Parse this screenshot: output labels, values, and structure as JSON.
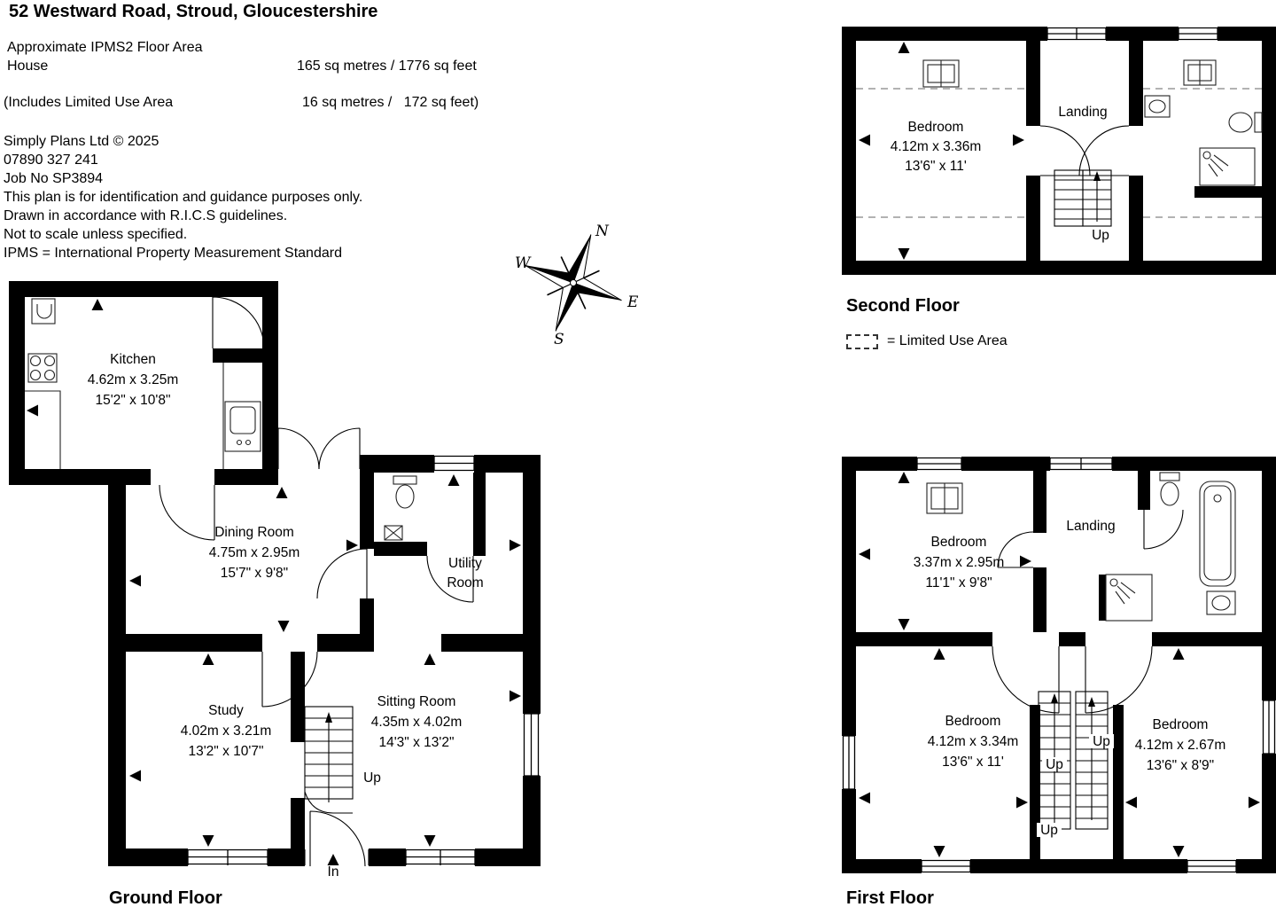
{
  "title": "52 Westward Road, Stroud, Gloucestershire",
  "area": {
    "heading": "Approximate IPMS2 Floor Area",
    "rows": [
      {
        "label": "House",
        "value": "165 sq metres / 1776 sq feet"
      },
      {
        "label": "(Includes Limited Use Area",
        "value": "16 sq metres /   172 sq feet)"
      }
    ]
  },
  "notes": [
    "Simply Plans Ltd © 2025",
    "07890 327 241",
    "Job No SP3894",
    "This plan is for identification and guidance purposes only.",
    "Drawn in accordance with R.I.C.S guidelines.",
    "Not to scale unless specified.",
    "IPMS = International Property Measurement Standard"
  ],
  "compass": {
    "north": "N",
    "east": "E",
    "south": "S",
    "west": "W"
  },
  "legend": {
    "label": "= Limited Use Area"
  },
  "floors": {
    "ground": {
      "name": "Ground Floor",
      "kitchen": {
        "name": "Kitchen",
        "metric": "4.62m x 3.25m",
        "imperial": "15'2\" x 10'8\""
      },
      "dining": {
        "name": "Dining Room",
        "metric": "4.75m x 2.95m",
        "imperial": "15'7\" x 9'8\""
      },
      "utility": {
        "line1": "Utility",
        "line2": "Room"
      },
      "study": {
        "name": "Study",
        "metric": "4.02m x 3.21m",
        "imperial": "13'2\" x 10'7\""
      },
      "sitting": {
        "name": "Sitting Room",
        "metric": "4.35m x 4.02m",
        "imperial": "14'3\" x 13'2\""
      },
      "up": "Up",
      "in": "In"
    },
    "first": {
      "name": "First Floor",
      "bed1": {
        "name": "Bedroom",
        "metric": "3.37m x 2.95m",
        "imperial": "11'1\" x 9'8\""
      },
      "bed2": {
        "name": "Bedroom",
        "metric": "4.12m x 3.34m",
        "imperial": "13'6\" x 11'"
      },
      "bed3": {
        "name": "Bedroom",
        "metric": "4.12m x 2.67m",
        "imperial": "13'6\" x 8'9\""
      },
      "landing": "Landing",
      "up": "Up"
    },
    "second": {
      "name": "Second Floor",
      "bed": {
        "name": "Bedroom",
        "metric": "4.12m x 3.36m",
        "imperial": "13'6\" x 11'"
      },
      "landing": "Landing",
      "up": "Up"
    }
  }
}
